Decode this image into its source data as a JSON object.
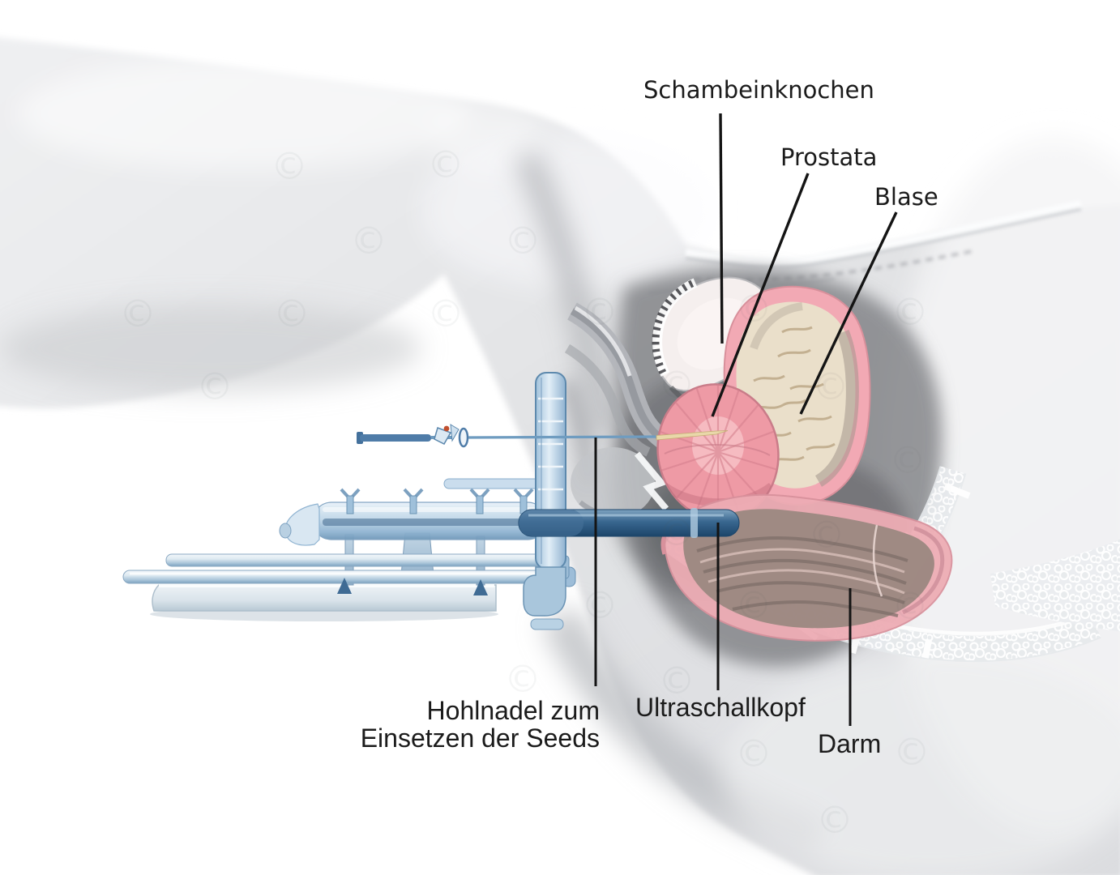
{
  "labels": {
    "pubic_bone": "Schambeinknochen",
    "prostate": "Prostata",
    "bladder": "Blase",
    "needle_line1": "Hohlnadel zum",
    "needle_line2": "Einsetzen der Seeds",
    "ultrasound": "Ultraschallkopf",
    "bowel": "Darm"
  },
  "watermark": {
    "symbol": "©"
  },
  "colors": {
    "background": "#ffffff",
    "body_gray": "#e4e5e7",
    "cavity_shadow": "#7d7e82",
    "bone_light": "#f5efee",
    "bone_hatch": "#3a3a3e",
    "prostate_pink": "#ee9aa5",
    "prostate_stripe": "#d5808e",
    "bladder_wall": "#f2a9b4",
    "bladder_interior": "#eadfca",
    "bladder_crease": "#bda888",
    "rectum_wall": "#edacb4",
    "rectum_interior": "#9b8881",
    "device_blue": "#9dbdd8",
    "device_blue_dark": "#4a7aa6",
    "probe_blue": "#2e5d85",
    "needle_blue": "#6f9cc0",
    "needle_tip": "#e9d7a9",
    "marker_red": "#c14f2e",
    "label_text": "#1b1b1b",
    "line_black": "#141414"
  }
}
